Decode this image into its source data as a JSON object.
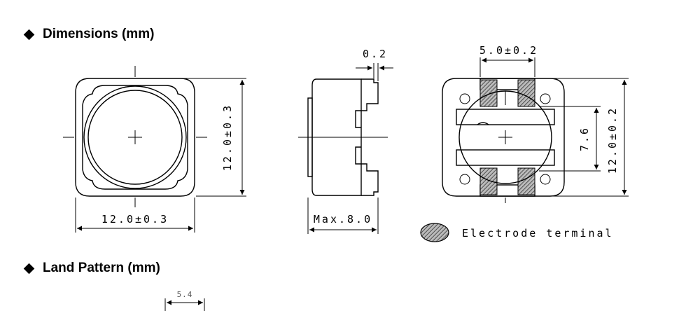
{
  "headings": {
    "dimensions": "Dimensions (mm)",
    "land_pattern": "Land Pattern (mm)"
  },
  "front_view": {
    "width_label": "12.0±0.3",
    "height_label": "12.0±0.3"
  },
  "side_view": {
    "thickness_label": "0.2",
    "height_label": "Max.8.0"
  },
  "bottom_view": {
    "width_label": "5.0±0.2",
    "pitch_label": "7.6",
    "height_label": "12.0±0.2"
  },
  "legend": {
    "electrode_label": "Electrode terminal",
    "electrode_icon": "hatched-ellipse-icon"
  },
  "land_pattern": {
    "width_label": "5.4"
  },
  "colors": {
    "line": "#000000",
    "electrode_fill": "#888888"
  }
}
